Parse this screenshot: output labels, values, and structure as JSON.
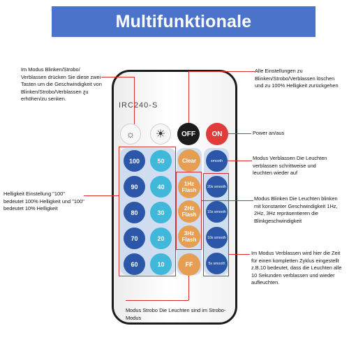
{
  "title": "Multifunktionale Fernbedienung",
  "remote": {
    "model": "IRC240-S",
    "off": "OFF",
    "on": "ON",
    "brightness_left": [
      "100",
      "90",
      "80",
      "70",
      "60"
    ],
    "brightness_right": [
      "50",
      "40",
      "30",
      "20",
      "10"
    ],
    "clear": "Clear",
    "flash_1hz": "1Hz Flash",
    "flash_2hz": "2Hz Flash",
    "flash_3hz": "3Hz Flash",
    "ff": "FF",
    "smooth": "smooth",
    "smooth_20s": "20s smooth",
    "smooth_15s": "15s smooth",
    "smooth_10s": "10s smooth",
    "smooth_5s": "5s smooth"
  },
  "notes": {
    "top_left": "Im Modus Blinken/Strobo/ Verblassen drücken Sie diese zwei Tasten um die Geschwindigkeit von Blinken/Strobo/Verblassen zu erhöhen/zu senken.",
    "top_right": "Alle Einstellungen zu Blinken/Strobo/Verblassen löschen und zu 100% Helligkeit zurückgehen",
    "power": "Power an/aus",
    "fade": "Modus Verblassen Die Leuchten verblassen schrittweise und leuchten wieder auf",
    "flash": "Modus Blinken Die Leuchten blinken mit konstanter Geschwindigkeit 1Hz, 2Hz, 3Hz repräsentieren die Blinkgeschwindigkeit",
    "brightness": "Helligkeit Einstellung \"100\" bedeutet 100% Helligkeit und \"100\" bedeutet 10% Helligkeit",
    "fade_time": "Im Modus Verblassen wird hier die Zeit für einen kompletten Zyklus eingestellt z.B.10 bedeutet, dass die Leuchten alle 10 Sekunden verblassen und wieder aufleuchten.",
    "strobe": "Modus Strobo Die Leuchten sind im Strobo-Modus"
  }
}
